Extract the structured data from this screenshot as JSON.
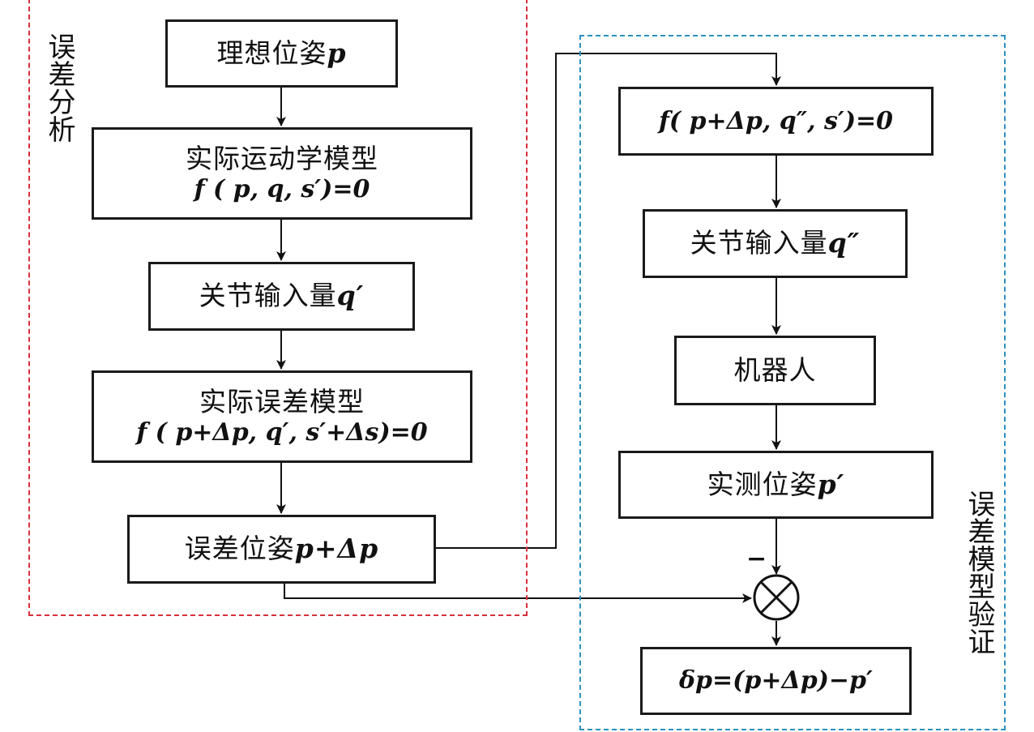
{
  "regions": {
    "analysis_label": "误差分析",
    "validation_label": "误差模型验证"
  },
  "left": {
    "ideal_pose": {
      "text": "理想位姿",
      "math": "p"
    },
    "actual_kinematic": {
      "title": "实际运动学模型",
      "formula": "f ( p, q, s′)=0"
    },
    "joint_input": {
      "text": "关节输入量",
      "math": "q′"
    },
    "actual_error": {
      "title": "实际误差模型",
      "formula": "f ( p+Δp, q′, s′+Δs)=0"
    },
    "error_pose": {
      "text": "误差位姿",
      "math": "p+Δp"
    }
  },
  "right": {
    "equation": {
      "formula": "f( p+Δp, q″, s′)=0"
    },
    "joint_input": {
      "text": "关节输入量",
      "math": "q″"
    },
    "robot": {
      "text": "机器人"
    },
    "measured_pose": {
      "text": "实测位姿",
      "math": "p′"
    },
    "sum_sign": "−",
    "result": {
      "formula": "δp=(p+Δp)−p′"
    }
  }
}
